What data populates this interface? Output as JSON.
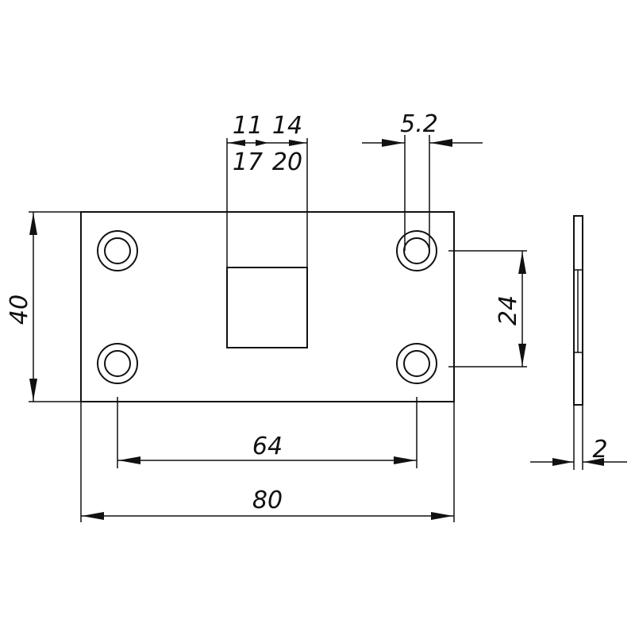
{
  "drawing": {
    "line_color": "#111111",
    "background": "#ffffff",
    "dimensions": {
      "overall_length": "80",
      "hole_spacing_horizontal": "64",
      "height": "40",
      "hole_spacing_vertical": "24",
      "hole_diameter": "5.2",
      "thickness": "2",
      "slot_width_top_a": "11",
      "slot_width_top_b": "14",
      "slot_width_bottom_a": "17",
      "slot_width_bottom_b": "20"
    }
  }
}
